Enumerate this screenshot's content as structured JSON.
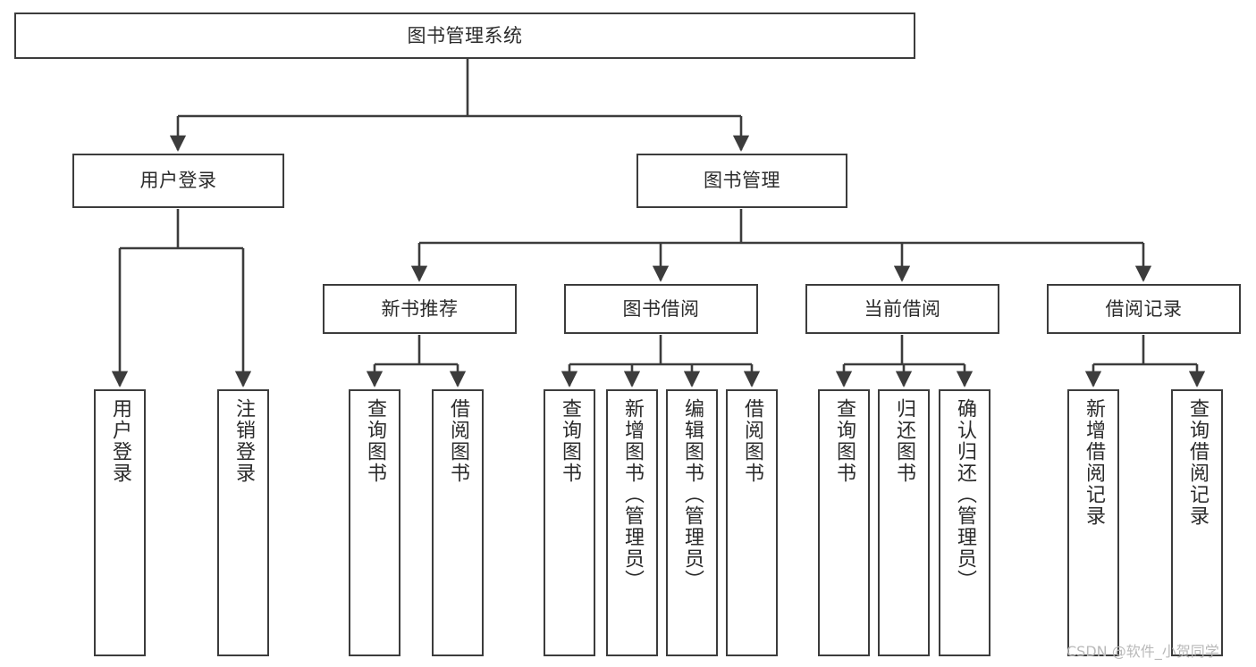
{
  "diagram": {
    "type": "tree",
    "title": "图书管理系统",
    "background_color": "#ffffff",
    "border_color": "#3c3c3c",
    "text_color": "#2b2b2b",
    "root": {
      "id": "root",
      "label": "图书管理系统",
      "orientation": "horizontal"
    },
    "level2": [
      {
        "id": "user-login",
        "label": "用户登录",
        "orientation": "horizontal"
      },
      {
        "id": "book-admin",
        "label": "图书管理",
        "orientation": "horizontal"
      }
    ],
    "level3": [
      {
        "id": "new-book-recommend",
        "label": "新书推荐",
        "orientation": "horizontal",
        "parent": "book-admin"
      },
      {
        "id": "book-borrow",
        "label": "图书借阅",
        "orientation": "horizontal",
        "parent": "book-admin"
      },
      {
        "id": "current-borrow",
        "label": "当前借阅",
        "orientation": "horizontal",
        "parent": "book-admin"
      },
      {
        "id": "borrow-record",
        "label": "借阅记录",
        "orientation": "horizontal",
        "parent": "book-admin"
      }
    ],
    "leaves": {
      "user-login": [
        {
          "id": "leaf-user-login",
          "label": "用户登录"
        },
        {
          "id": "leaf-logout-login",
          "label": "注销登录"
        }
      ],
      "new-book-recommend": [
        {
          "id": "leaf-query-book-1",
          "label": "查询图书"
        },
        {
          "id": "leaf-borrow-book-1",
          "label": "借阅图书"
        }
      ],
      "book-borrow": [
        {
          "id": "leaf-query-book-2",
          "label": "查询图书"
        },
        {
          "id": "leaf-add-book",
          "label": "新增图书（管理员）"
        },
        {
          "id": "leaf-edit-book",
          "label": "编辑图书（管理员）"
        },
        {
          "id": "leaf-borrow-book-2",
          "label": "借阅图书"
        }
      ],
      "current-borrow": [
        {
          "id": "leaf-query-book-3",
          "label": "查询图书"
        },
        {
          "id": "leaf-return-book",
          "label": "归还图书"
        },
        {
          "id": "leaf-confirm-return",
          "label": "确认归还（管理员）"
        }
      ],
      "borrow-record": [
        {
          "id": "leaf-add-record",
          "label": "新增借阅记录"
        },
        {
          "id": "leaf-query-record",
          "label": "查询借阅记录"
        }
      ]
    }
  },
  "watermark": {
    "text": "CSDN @软件_小贺同学"
  }
}
